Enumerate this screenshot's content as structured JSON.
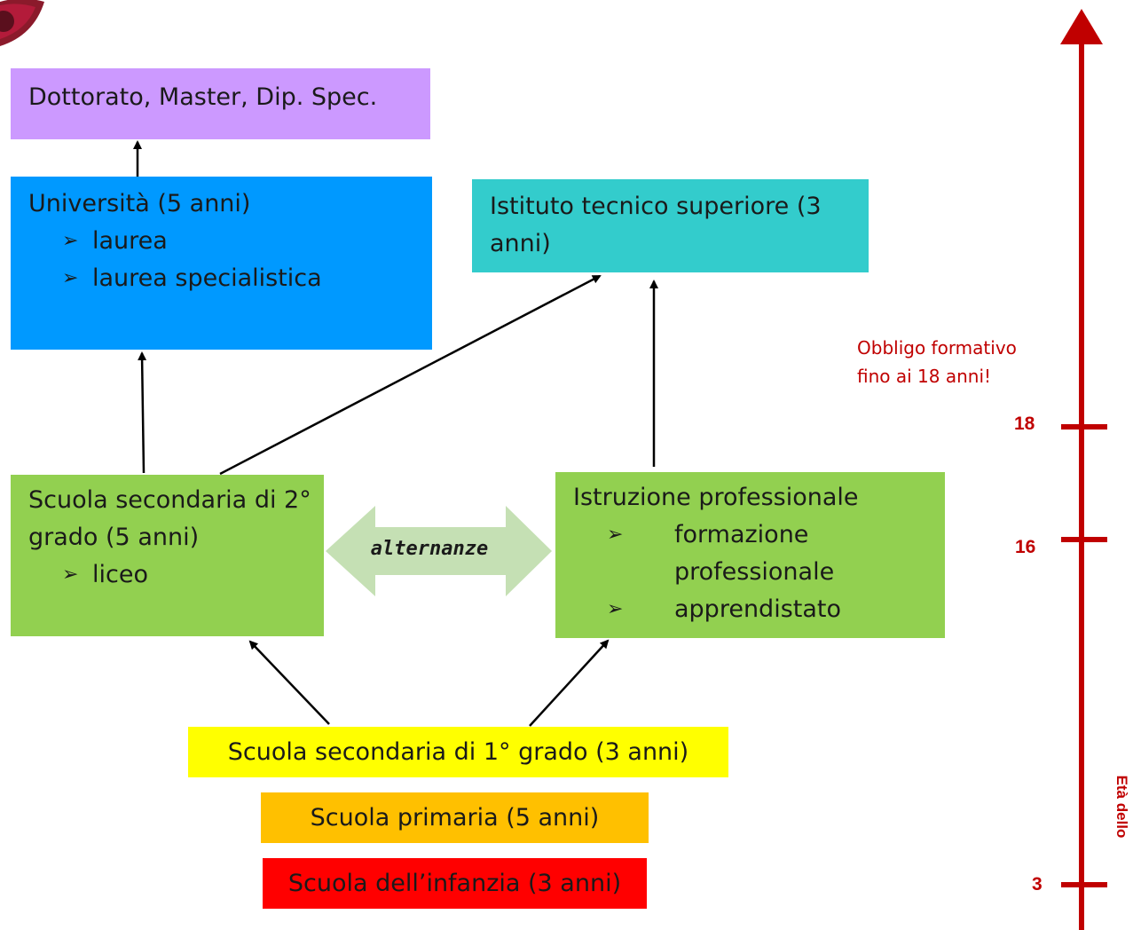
{
  "boxes": {
    "dottorato": {
      "text": "Dottorato, Master, Dip. Spec.",
      "color": "#cc99ff"
    },
    "universita": {
      "title": "Università (5 anni)",
      "items": [
        "laurea",
        "laurea specialistica"
      ],
      "color": "#0099ff"
    },
    "its": {
      "text": "Istituto tecnico superiore (3 anni)",
      "color": "#33cccc"
    },
    "secondaria2": {
      "title": "Scuola secondaria di 2° grado (5 anni)",
      "items": [
        "liceo"
      ],
      "color": "#92d050"
    },
    "professionale": {
      "title": "Istruzione professionale",
      "items": [
        "formazione professionale",
        "apprendistato"
      ],
      "color": "#92d050"
    },
    "secondaria1": {
      "text": "Scuola secondaria di 1° grado (3 anni)",
      "color": "#ffff00"
    },
    "primaria": {
      "text": "Scuola primaria (5 anni)",
      "color": "#ffc000"
    },
    "infanzia": {
      "text": "Scuola dell’infanzia (3 anni)",
      "color": "#ff0000"
    }
  },
  "alternanze": {
    "label": "alternanze",
    "color": "#c5e0b4"
  },
  "timeline": {
    "axis_label": "Età dello",
    "note": "Obbligo formativo fino ai 18 anni!",
    "ticks": [
      "18",
      "16",
      "3"
    ],
    "color": "#c00000"
  },
  "logo": {
    "icon": "eye-icon"
  }
}
